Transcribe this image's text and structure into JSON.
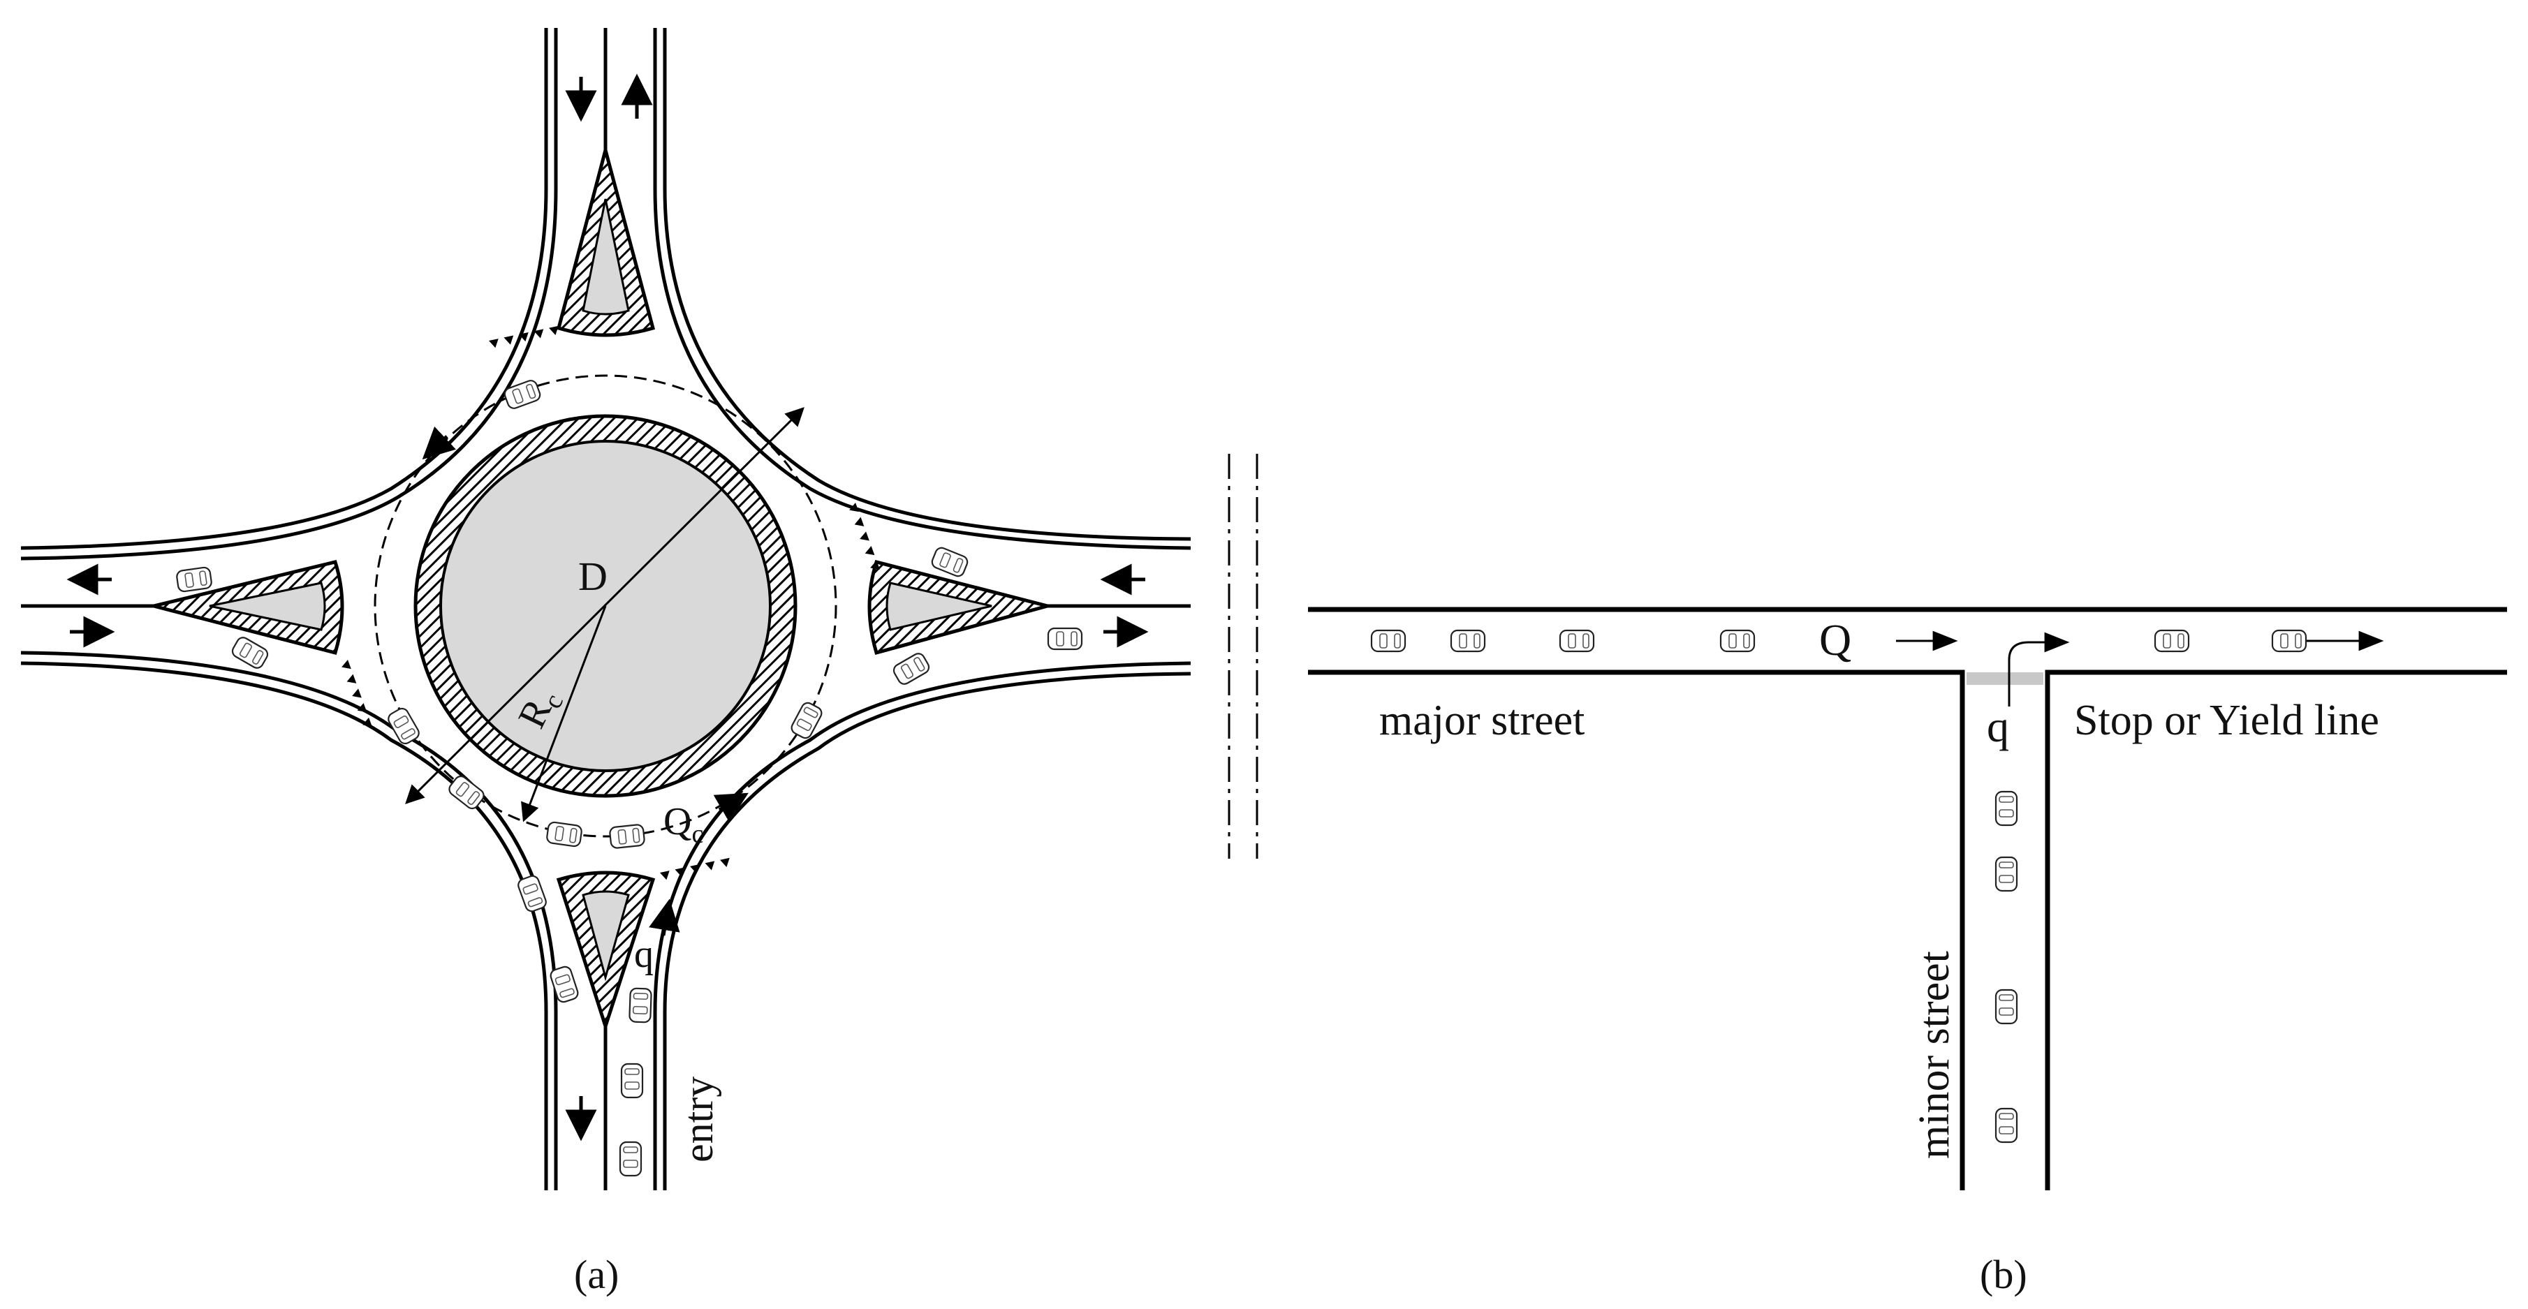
{
  "labels": {
    "diameter": "D",
    "radius_main": "R",
    "radius_sub": "c",
    "circulating_main": "Q",
    "circulating_sub": "c",
    "entry_flow_a": "q",
    "entry": "entry",
    "major_flow": "Q",
    "minor_flow": "q",
    "major_street": "major street",
    "minor_street": "minor street",
    "stop_line": "Stop or Yield line",
    "panel_a": "(a)",
    "panel_b": "(b)"
  },
  "colors": {
    "line": "#000000",
    "island_fill": "#d9d9d9",
    "stop_line": "#c8c8c8",
    "background": "#ffffff"
  },
  "icons": [
    "car-icon",
    "arrow-icon",
    "yield-triangle-icon",
    "hatch-pattern"
  ]
}
